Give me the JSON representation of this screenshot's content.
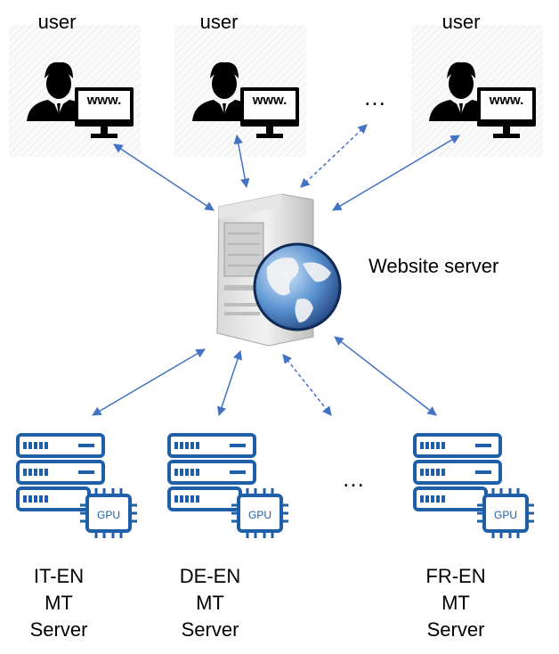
{
  "users": [
    {
      "label": "user",
      "screen_text": "www."
    },
    {
      "label": "user",
      "screen_text": "www."
    },
    {
      "label": "user",
      "screen_text": "www."
    }
  ],
  "ellipsis": "…",
  "website_server": {
    "label": "Website server"
  },
  "mt_servers": [
    {
      "line1": "IT-EN",
      "line2": "MT",
      "line3": "Server",
      "chip": "GPU"
    },
    {
      "line1": "DE-EN",
      "line2": "MT",
      "line3": "Server",
      "chip": "GPU"
    },
    {
      "line1": "FR-EN",
      "line2": "MT",
      "line3": "Server",
      "chip": "GPU"
    }
  ],
  "colors": {
    "arrow": "#4472C4",
    "server_icon": "#1F5FA8",
    "user_icon": "#000000"
  }
}
